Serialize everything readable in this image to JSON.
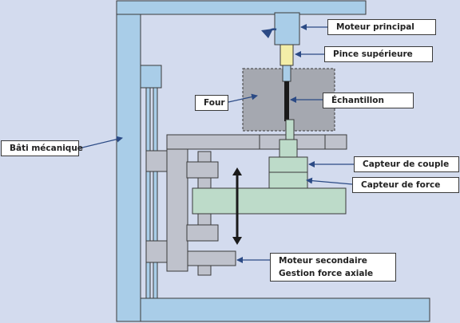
{
  "labels": {
    "moteur_principal": "Moteur principal",
    "pince_superieure": "Pince supérieure",
    "four": "Four",
    "echantillon": "Échantillon",
    "bati_mecanique": "Bâti mécanique",
    "capteur_couple": "Capteur de couple",
    "capteur_force": "Capteur de force",
    "moteur_secondaire": "Moteur secondaire",
    "gestion_force_axiale": "Gestion force axiale"
  },
  "colors": {
    "background": "#d3dbee",
    "frame_blue": "#a9cde8",
    "crossbar_gray": "#bfc2cc",
    "sensor_green": "#bddbc9",
    "clamp_yellow": "#f3eea8",
    "furnace_gray": "#a5a8b0",
    "outline": "#3a3a3a",
    "arrow_navy": "#2b4a85"
  }
}
